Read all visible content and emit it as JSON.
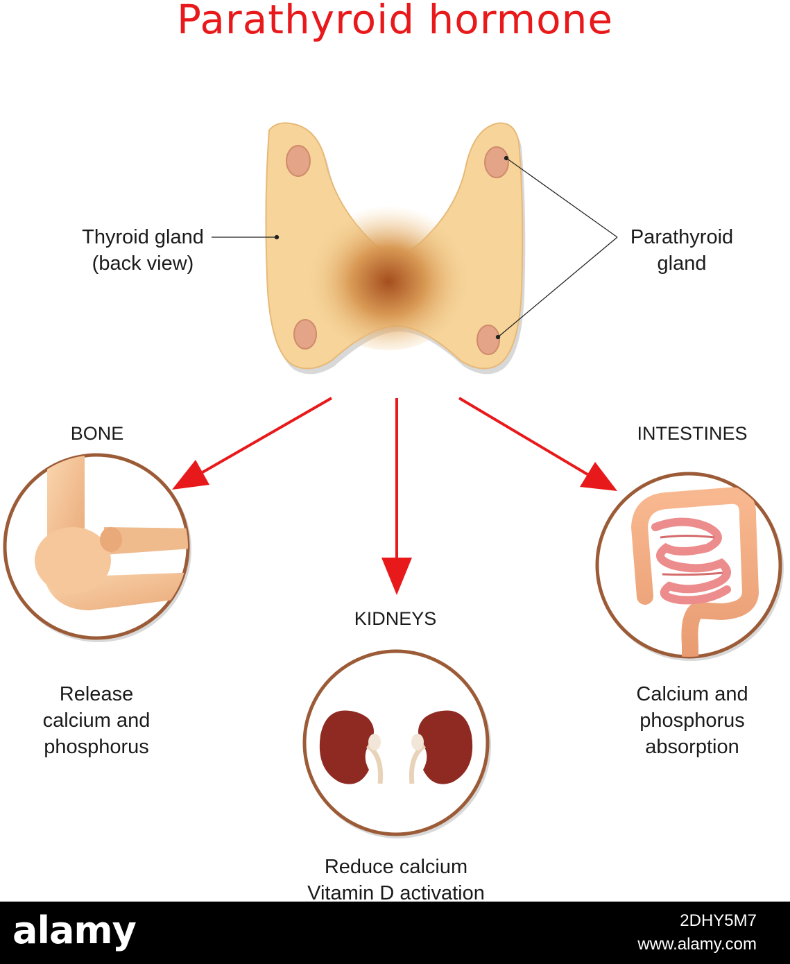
{
  "title": "Parathyroid hormone",
  "colors": {
    "title": "#e8191b",
    "arrow": "#e8191b",
    "gland": "#f6d49a",
    "gland_center": "#a54e1e",
    "parathyroid": "#e3a487",
    "circle_ring": "#9c5b37",
    "kidney": "#8f2a22"
  },
  "labels": {
    "thyroid": [
      "Thyroid gland",
      "(back view)"
    ],
    "parathyroid": [
      "Parathyroid",
      "gland"
    ]
  },
  "organs": {
    "bone": {
      "heading": "BONE",
      "effect": [
        "Release",
        "calcium and",
        "phosphorus"
      ]
    },
    "kidneys": {
      "heading": "KIDNEYS",
      "effect": [
        "Reduce calcium",
        "Vitamin D activation"
      ]
    },
    "intestines": {
      "heading": "INTESTINES",
      "effect": [
        "Calcium and",
        "phosphorus",
        "absorption"
      ]
    }
  },
  "footer": {
    "brand": "alamy",
    "stock_id": "2DHY5M7",
    "site": "www.alamy.com"
  }
}
